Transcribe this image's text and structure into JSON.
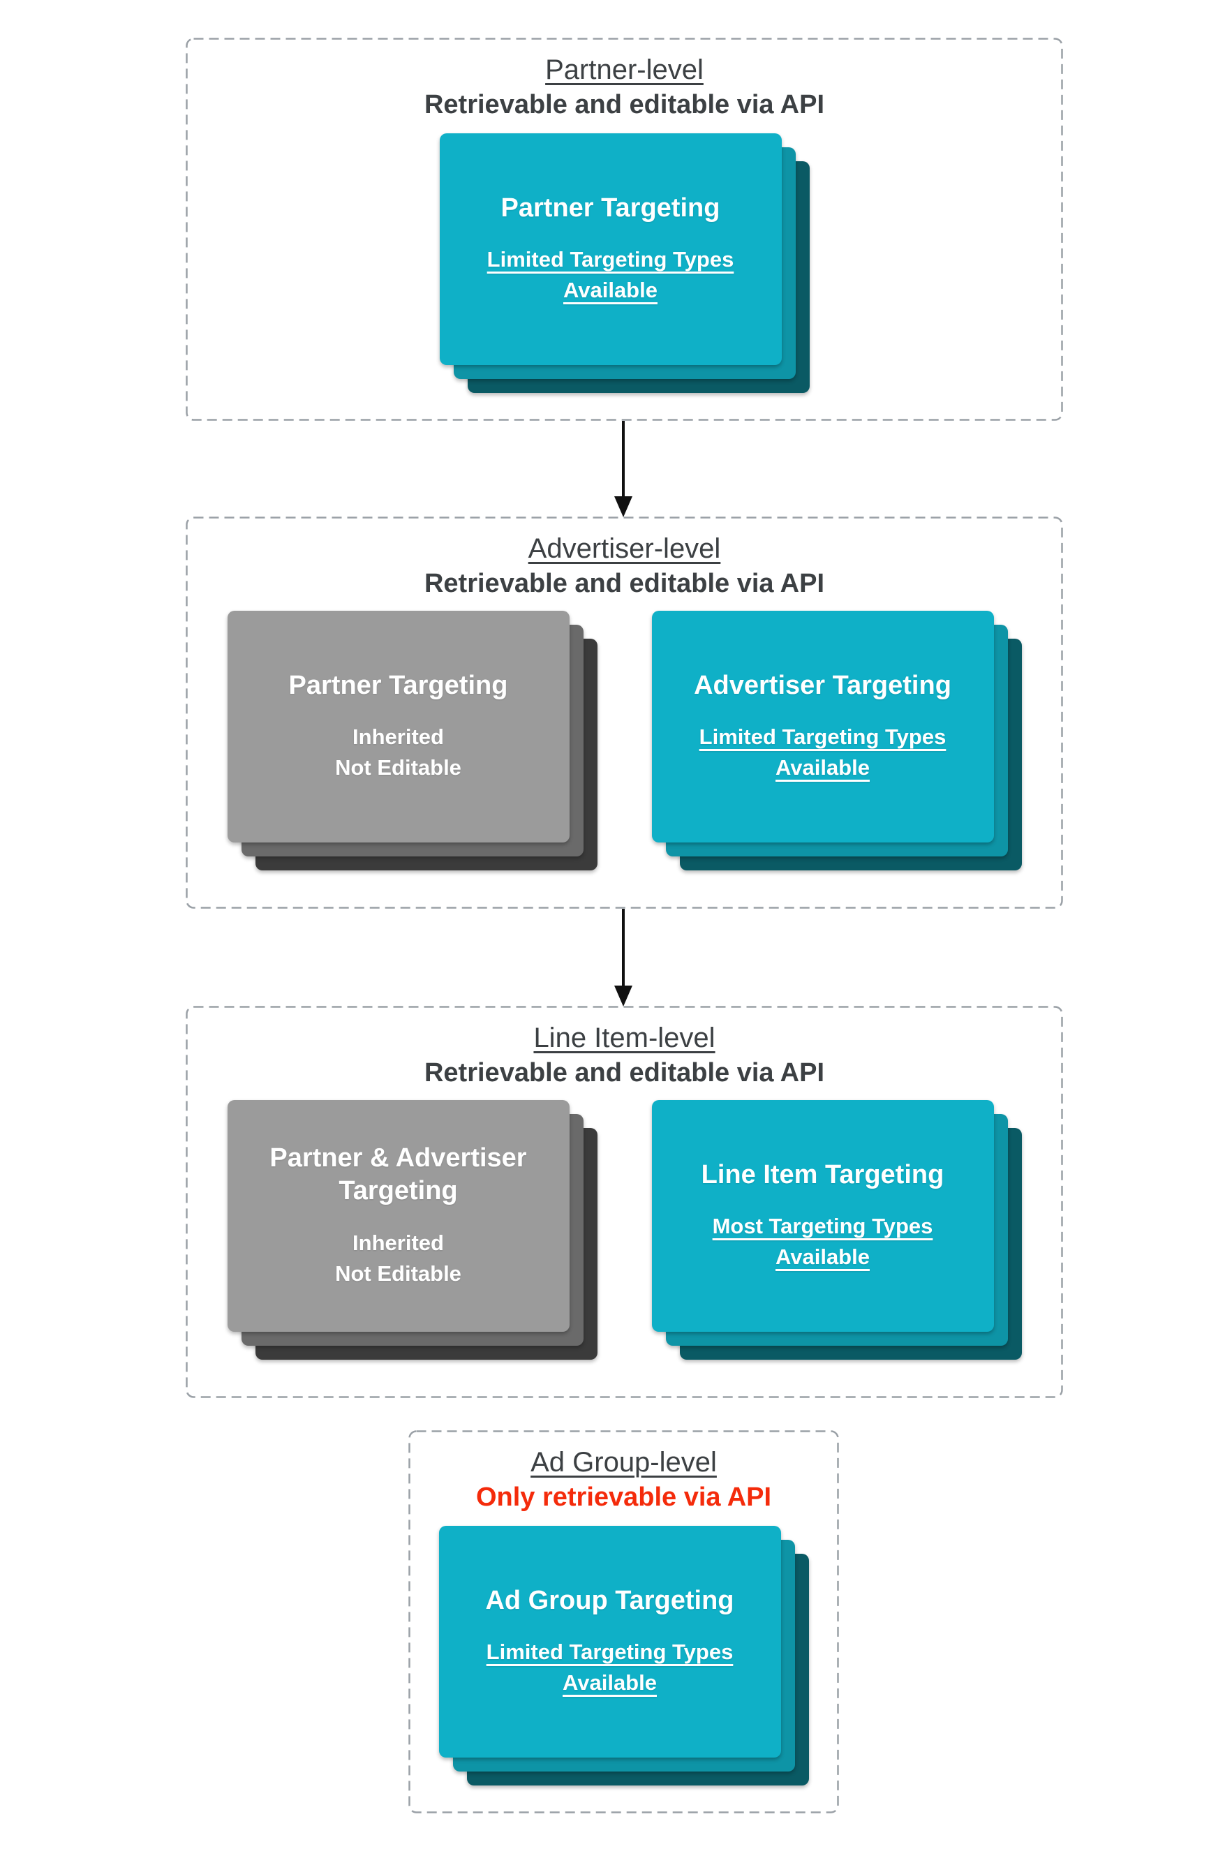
{
  "diagram": {
    "sections": [
      {
        "title": "Partner-level",
        "subtitle": "Retrievable and editable via API",
        "cards": [
          {
            "kind": "editable",
            "title": "Partner Targeting",
            "note": "Limited Targeting Types Available"
          }
        ]
      },
      {
        "title": "Advertiser-level",
        "subtitle": "Retrievable and editable via API",
        "cards": [
          {
            "kind": "inherited",
            "title": "Partner Targeting",
            "lines": [
              "Inherited",
              "Not Editable"
            ]
          },
          {
            "kind": "editable",
            "title": "Advertiser Targeting",
            "note": "Limited Targeting Types Available"
          }
        ]
      },
      {
        "title": "Line Item-level",
        "subtitle": "Retrievable and editable via API",
        "cards": [
          {
            "kind": "inherited",
            "title": "Partner & Advertiser Targeting",
            "lines": [
              "Inherited",
              "Not Editable"
            ]
          },
          {
            "kind": "editable",
            "title": "Line Item Targeting",
            "note": "Most Targeting Types Available"
          }
        ]
      },
      {
        "title": "Ad Group-level",
        "subtitle": "Only retrievable via API",
        "cards": [
          {
            "kind": "editable",
            "title": "Ad Group Targeting",
            "note": "Limited Targeting Types Available"
          }
        ]
      }
    ],
    "colors": {
      "card_editable_front": "#0fb0c7",
      "card_editable_mid": "#0e94a6",
      "card_editable_back": "#0a5a64",
      "card_inherited_front": "#9b9b9b",
      "card_inherited_mid": "#6a6a6a",
      "card_inherited_back": "#3b3b3b",
      "heading_text": "#3c4043",
      "alert_text": "#f42b0b",
      "dashed_border": "#9aa0a6",
      "arrow": "#111111",
      "card_text": "#ffffff"
    }
  }
}
